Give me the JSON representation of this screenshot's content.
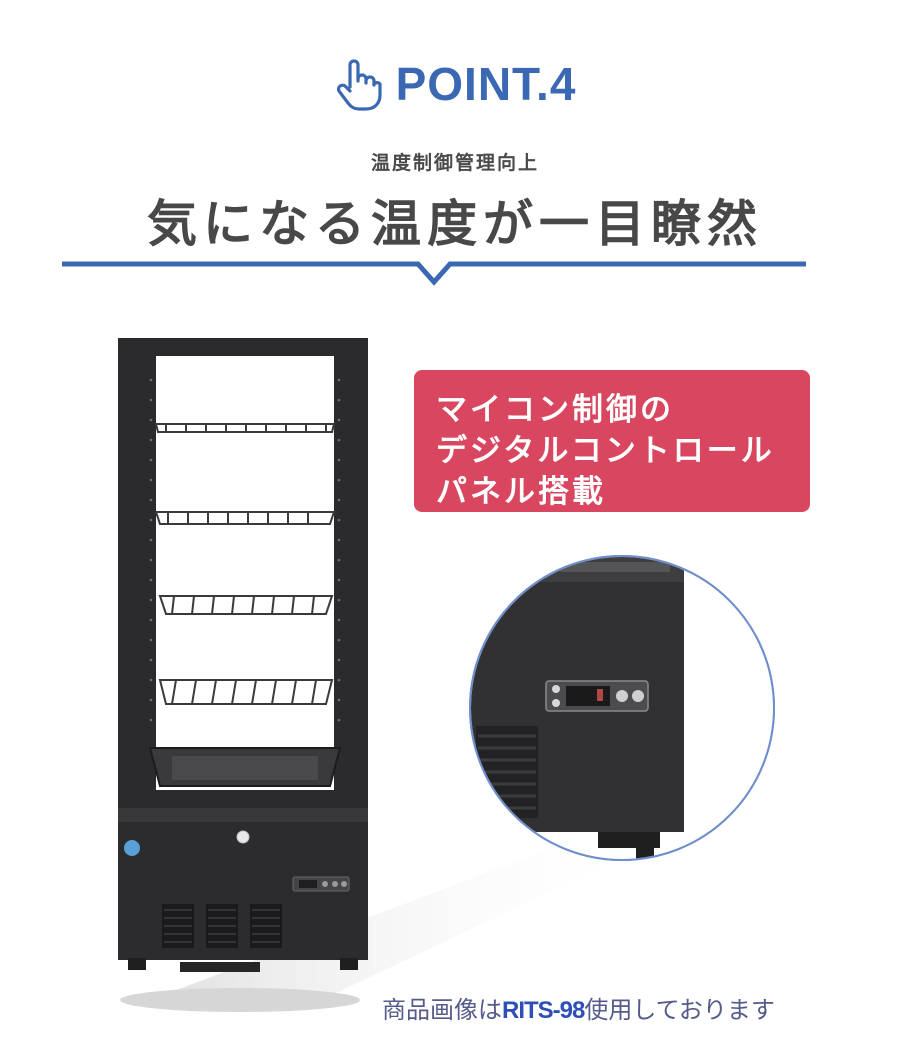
{
  "header": {
    "point_title": "POINT.4",
    "icon": "pointing-hand-icon",
    "subtitle": "温度制御管理向上",
    "headline": "気になる温度が一目瞭然"
  },
  "callout": {
    "lines": [
      "マイコン制御の",
      "デジタルコントロール",
      "パネル搭載"
    ]
  },
  "caption": {
    "prefix": "商品画像は",
    "model": "RITS-98",
    "suffix": "使用しております"
  },
  "colors": {
    "accent_blue": "#3a68b2",
    "callout_bg": "#d8465f",
    "cabinet": "#2c2c2e",
    "caption_text": "#555b8a"
  }
}
